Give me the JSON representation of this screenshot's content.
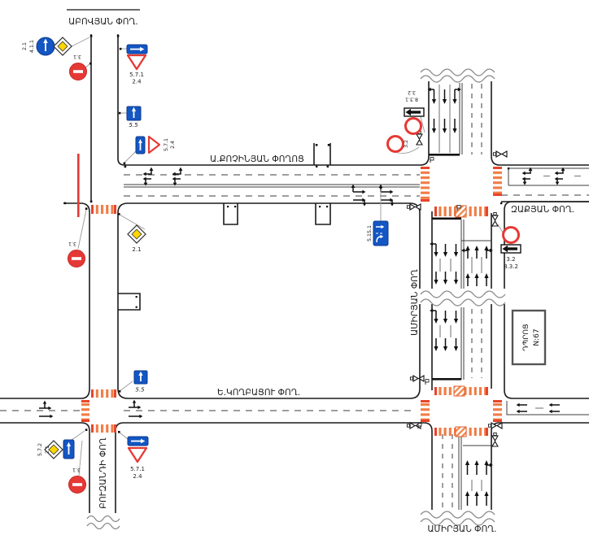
{
  "colors": {
    "crosswalk_orange": "#f07c45",
    "crosswalk_red": "#e8442a",
    "sign_red": "#e53935",
    "sign_blue": "#1356c4",
    "priority_yellow": "#ffd600",
    "cut_line_red": "#e53935"
  },
  "streets": {
    "abovyan": "ԱԲՈՎՅԱՆ ՓՈՂ.",
    "kochinyan": "Ա.ՔՈՉԻՆՅԱՆ ՓՈՂՈՑ",
    "zakyan": "ԶԱՔՅԱՆ ՓՈՂ.",
    "amiryan_mid": "ԱՄԻՐՅԱՆ ՓՈՂ",
    "koghbatsu": "Ե.ԿՈՂԲԱՑՈՒ ՓՈՂ.",
    "buzandi": "ԲՈՒԶԱՆԴԻ ՓՈՂ",
    "amiryan_south": "ԱՄԻՐՅԱՆ ՓՈՂ."
  },
  "school": {
    "name": "ԴՊՐՈՑ",
    "number": "N:67"
  },
  "signs": {
    "nw": {
      "priority": "2.1",
      "go_straight": "4.1.1",
      "no_entry": "3.1"
    },
    "abovyan_east": {
      "oneway": "5.7.1",
      "yield": "2.4"
    },
    "abovyan_oneway": "5.5",
    "corner": {
      "oneway": "5.7.1",
      "yield": "2.4"
    },
    "block": {
      "priority": "2.1",
      "no_entry": "3.1"
    },
    "lane_sign": "5.15.1",
    "koghbatsi_oneway": "5.5",
    "zakyan_north": {
      "no_entry": "3.2",
      "plate": "8.3.1",
      "no_entry2": "3.2"
    },
    "zakyan_east": {
      "no_entry": "3.2",
      "plate": "8.3.2"
    },
    "buzand_west": {
      "oneway": "5.7.2",
      "priority": "2.1",
      "no_entry": "3.1"
    },
    "buzand_east": {
      "oneway": "5.7.1",
      "yield": "2.4"
    }
  }
}
